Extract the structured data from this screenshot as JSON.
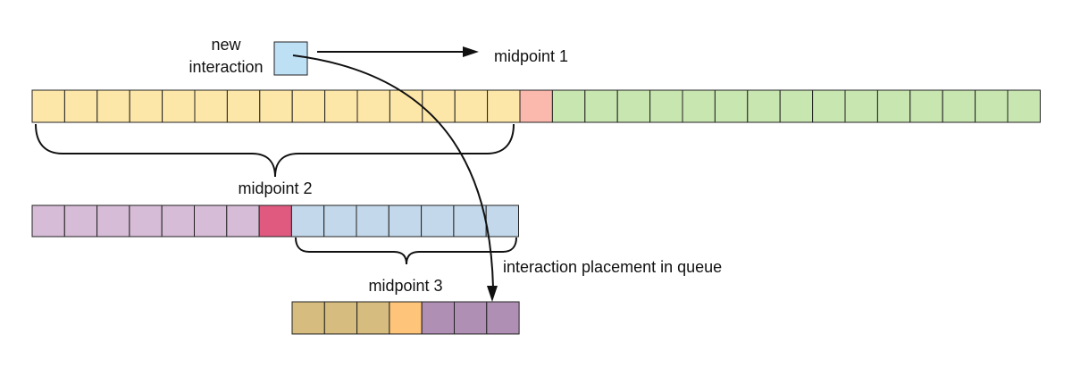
{
  "labels": {
    "new_interaction_line1": "new",
    "new_interaction_line2": "interaction",
    "midpoint1": "midpoint 1",
    "midpoint2": "midpoint 2",
    "midpoint3": "midpoint 3",
    "placement": "interaction placement in queue"
  },
  "colors": {
    "new_interaction": "#bde0f5",
    "row1_left": "#fde7a8",
    "row1_mid": "#fbb8ac",
    "row1_right": "#c8e6b0",
    "row2_left": "#d6bcd6",
    "row2_mid": "#e05a80",
    "row2_right": "#c3d8ea",
    "row3_left": "#d6bc7e",
    "row3_mid": "#fdc47a",
    "row3_right": "#b08fb5",
    "line": "#111111"
  },
  "queues": [
    {
      "name": "queue-1",
      "left_count": 15,
      "midpoint_count": 1,
      "right_count": 15,
      "left_color": "row1_left",
      "mid_color": "row1_mid",
      "right_color": "row1_right"
    },
    {
      "name": "queue-2",
      "left_count": 7,
      "midpoint_count": 1,
      "right_count": 7,
      "left_color": "row2_left",
      "mid_color": "row2_mid",
      "right_color": "row2_right"
    },
    {
      "name": "queue-3",
      "left_count": 3,
      "midpoint_count": 1,
      "right_count": 3,
      "left_color": "row3_left",
      "mid_color": "row3_mid",
      "right_color": "row3_right"
    }
  ]
}
